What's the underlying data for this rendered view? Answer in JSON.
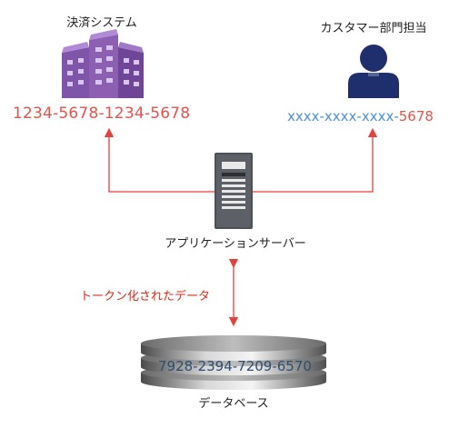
{
  "nodes": {
    "payment": {
      "label": "決済システム",
      "number": "1234-5678-1234-5678"
    },
    "customer": {
      "label": "カスタマー部門担当",
      "number_masked": "xxxx-xxxx-xxxx-",
      "number_shown": "5678"
    },
    "server": {
      "label": "アプリケーションサーバー"
    },
    "database": {
      "label": "データベース",
      "number": "7928-2394-7209-6570"
    }
  },
  "edges": {
    "tokenized_label": "トークン化されたデータ"
  },
  "colors": {
    "building": "#8c5fb3",
    "building_dark": "#5c3a7e",
    "person": "#1f2f6e",
    "arrow": "#e8403a",
    "server": "#55585d",
    "db": "#8a8a8a"
  }
}
